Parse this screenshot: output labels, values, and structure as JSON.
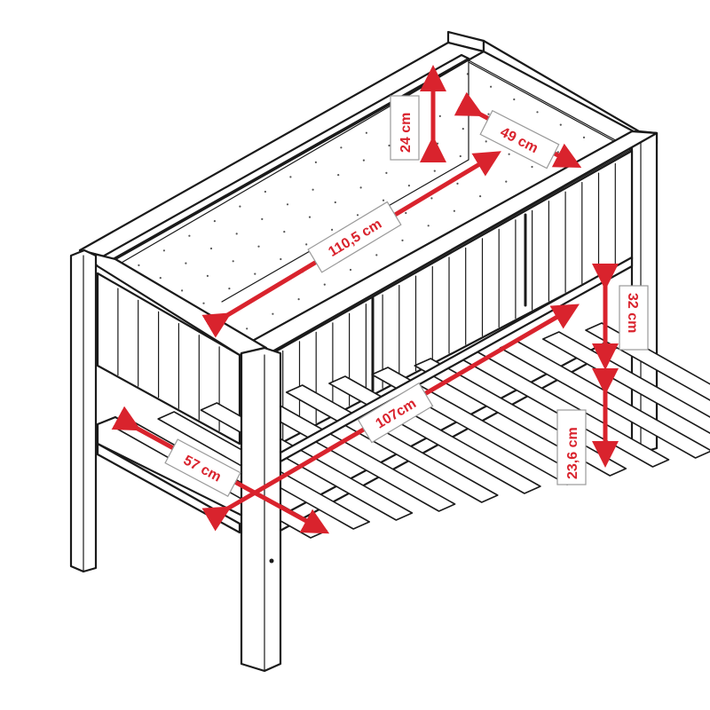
{
  "colors": {
    "line": "#1a1a1a",
    "dimension": "#d9232d",
    "label_border": "#9a9a9a",
    "background": "#ffffff"
  },
  "dimensions": {
    "depth_top": "24 cm",
    "width_inner": "49 cm",
    "length_inner": "110,5 cm",
    "box_height": "32 cm",
    "shelf_length": "107cm",
    "shelf_depth": "57 cm",
    "shelf_clearance": "23,6 cm"
  }
}
